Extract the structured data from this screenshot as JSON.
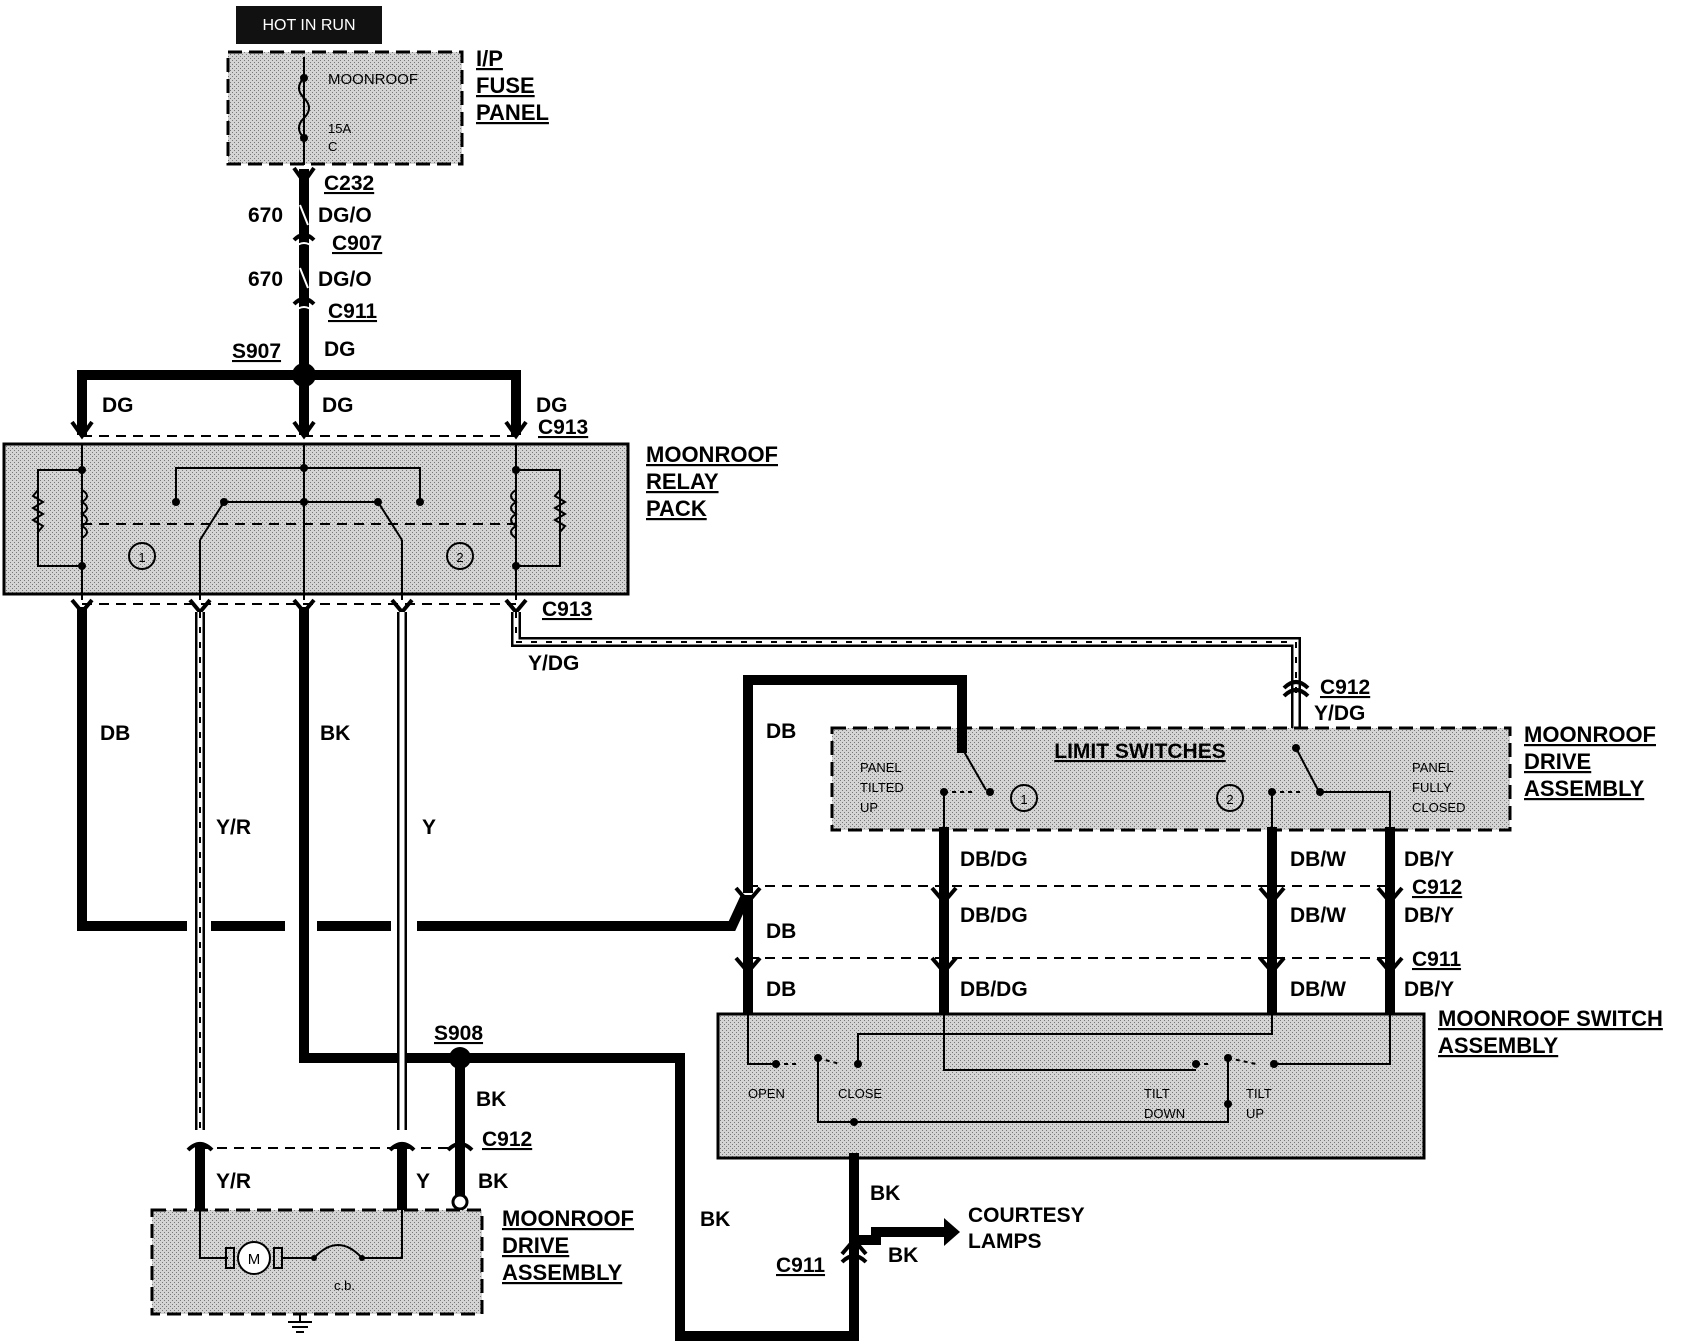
{
  "hot_label": "HOT IN RUN",
  "fuse_panel": {
    "title_lines": [
      "I/P",
      "FUSE",
      "PANEL"
    ],
    "fuse_name": "MOONROOF",
    "fuse_rating": "15A",
    "fuse_pin": "C"
  },
  "connectors": {
    "c232": "C232",
    "c907": "C907",
    "c911_top": "C911",
    "c913_top": "C913",
    "c913_bottom": "C913",
    "c912_right": "C912",
    "c912_mid": "C912",
    "c911_mid": "C911",
    "c912_bottom": "C912",
    "c911_bottom": "C911"
  },
  "splices": {
    "s907": "S907",
    "s908": "S908"
  },
  "circuits": {
    "c670_a": "670",
    "c670_b": "670"
  },
  "wire_colors": {
    "dgo_a": "DG/O",
    "dgo_b": "DG/O",
    "dg_main": "DG",
    "dg_left": "DG",
    "dg_center": "DG",
    "dg_right": "DG",
    "db_left": "DB",
    "yr_left": "Y/R",
    "bk_left": "BK",
    "y_left": "Y",
    "ydg_a": "Y/DG",
    "ydg_b": "Y/DG",
    "db_top": "DB",
    "db_mid": "DB",
    "db_bottom": "DB",
    "dbdg_a": "DB/DG",
    "dbdg_b": "DB/DG",
    "dbdg_c": "DB/DG",
    "dbw_a": "DB/W",
    "dbw_b": "DB/W",
    "dbw_c": "DB/W",
    "dby_a": "DB/Y",
    "dby_b": "DB/Y",
    "dby_c": "DB/Y",
    "bk_s908": "BK",
    "bk_c912": "BK",
    "yr_bottom": "Y/R",
    "y_bottom": "Y",
    "bk_ground_run": "BK",
    "bk_vertical": "BK",
    "bk_courtesy": "BK"
  },
  "relay_pack": {
    "title_lines": [
      "MOONROOF",
      "RELAY",
      "PACK"
    ],
    "relay1": "1",
    "relay2": "2"
  },
  "limit_switches": {
    "title": "LIMIT SWITCHES",
    "left_lines": [
      "PANEL",
      "TILTED",
      "UP"
    ],
    "right_lines": [
      "PANEL",
      "FULLY",
      "CLOSED"
    ],
    "sw1": "1",
    "sw2": "2"
  },
  "drive_assembly_upper": {
    "title_lines": [
      "MOONROOF",
      "DRIVE",
      "ASSEMBLY"
    ]
  },
  "switch_assembly": {
    "title_lines": [
      "MOONROOF SWITCH",
      "ASSEMBLY"
    ],
    "open": "OPEN",
    "close": "CLOSE",
    "tilt_down_lines": [
      "TILT",
      "DOWN"
    ],
    "tilt_up_lines": [
      "TILT",
      "UP"
    ]
  },
  "drive_assembly_lower": {
    "title_lines": [
      "MOONROOF",
      "DRIVE",
      "ASSEMBLY"
    ],
    "motor": "M",
    "breaker": "c.b."
  },
  "courtesy_lamps": {
    "lines": [
      "COURTESY",
      "LAMPS"
    ]
  }
}
